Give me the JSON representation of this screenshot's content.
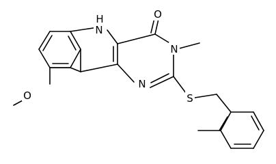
{
  "molecule": {
    "atom_labels": {
      "carbonyl_oxygen": "O",
      "indole_nh": "H",
      "indole_n": "N",
      "ring_n3": "N",
      "ring_n1": "N",
      "methoxy_oxygen": "O",
      "thioether_sulfur": "S"
    },
    "colors": {
      "bond": "#000000",
      "label": "#000000",
      "background": "#ffffff"
    }
  }
}
